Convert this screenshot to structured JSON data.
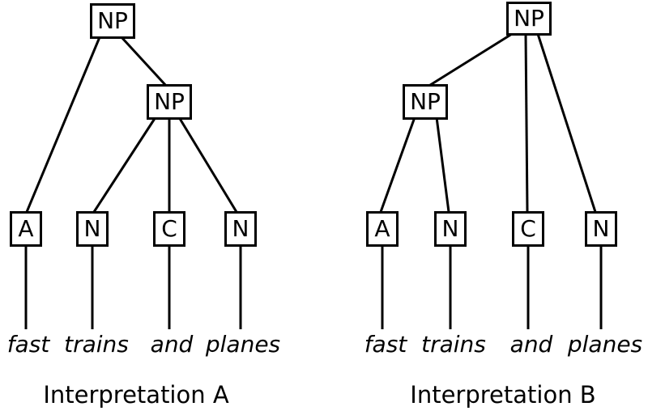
{
  "diagram": {
    "kind": "constituency-syntax-trees",
    "colors": {
      "background": "#ffffff",
      "line": "#000000",
      "text": "#000000"
    },
    "trees": [
      {
        "caption": "Interpretation A",
        "labels": {
          "root": "NP",
          "inner": "NP"
        },
        "leaves": [
          "A",
          "N",
          "C",
          "N"
        ],
        "words": [
          "fast",
          "trains",
          "and",
          "planes"
        ],
        "root_children": [
          "A",
          "NP"
        ],
        "inner_children": [
          "N",
          "C",
          "N"
        ]
      },
      {
        "caption": "Interpretation B",
        "labels": {
          "root": "NP",
          "inner": "NP"
        },
        "leaves": [
          "A",
          "N",
          "C",
          "N"
        ],
        "words": [
          "fast",
          "trains",
          "and",
          "planes"
        ],
        "root_children": [
          "NP",
          "C",
          "N"
        ],
        "inner_children": [
          "A",
          "N"
        ]
      }
    ]
  }
}
